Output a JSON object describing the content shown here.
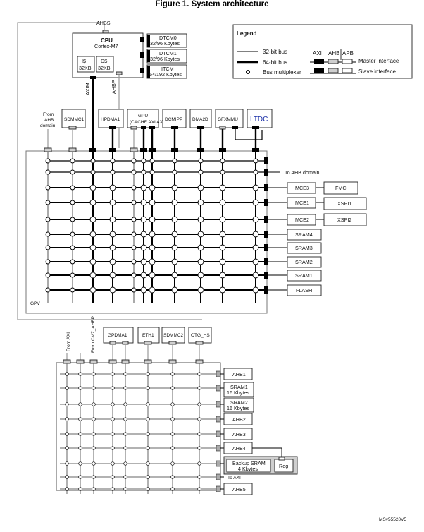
{
  "title": "Figure 1. System architecture",
  "legend": {
    "heading": "Legend",
    "bus32": "32-bit bus",
    "bus64": "64-bit bus",
    "mux": "Bus multiplexer",
    "axi": "AXI",
    "ahb": "AHB",
    "apb": "APB",
    "master": "Master interface",
    "slave": "Slave interface"
  },
  "cpu": {
    "ahbs": "AHBS",
    "name": "CPU",
    "core": "Cortex-M7",
    "icache_l1": "I$",
    "icache_l2": "32KB",
    "dcache_l1": "D$",
    "dcache_l2": "32KB",
    "axim": "AXIM",
    "ahbp": "AHBP"
  },
  "tcm": {
    "dtcm0_l1": "DTCM0",
    "dtcm0_l2": "32/96 Kbytes",
    "dtcm1_l1": "DTCM1",
    "dtcm1_l2": "32/96 Kbytes",
    "itcm_l1": "ITCM",
    "itcm_l2": "64/192 Kbytes"
  },
  "masters": {
    "from_ahb_1": "From",
    "from_ahb_2": "AHB",
    "from_ahb_3": "domain",
    "sdmmc1": "SDMMC1",
    "hpdma1": "HPDMA1",
    "gpu_l1": "GPU",
    "gpu_l2": "(CACHE AXI AXI)",
    "dcmipp": "DCMIPP",
    "dma2d": "DMA2D",
    "gfxmmu": "GFXMMU",
    "ltdc": "LTDC"
  },
  "axi_slaves": {
    "to_ahb": "To AHB domain",
    "mce3": "MCE3",
    "fmc": "FMC",
    "mce1": "MCE1",
    "xspi1": "XSPI1",
    "mce2": "MCE2",
    "xspi2": "XSPI2",
    "sram4": "SRAM4",
    "sram3": "SRAM3",
    "sram2": "SRAM2",
    "sram1": "SRAM1",
    "flash": "FLASH",
    "gpv": "GPV"
  },
  "ahb_masters": {
    "from_axi": "From AXI",
    "from_cm7": "From CM7_AHBP",
    "gpdma1": "GPDMA1",
    "eth1": "ETH1",
    "sdmmc2": "SDMMC2",
    "otg_hs": "OTG_HS"
  },
  "ahb_slaves": {
    "ahb1": "AHB1",
    "sram1_l1": "SRAM1",
    "sram1_l2": "16 Kbytes",
    "sram2_l1": "SRAM2",
    "sram2_l2": "16 Kbytes",
    "ahb2": "AHB2",
    "ahb3": "AHB3",
    "ahb4": "AHB4",
    "bkp_l1": "Backup SRAM",
    "bkp_l2": "4 Kbytes",
    "reg": "Reg",
    "to_axi": "To AXI",
    "ahb5": "AHB5"
  },
  "footer": "MSv55520V5"
}
